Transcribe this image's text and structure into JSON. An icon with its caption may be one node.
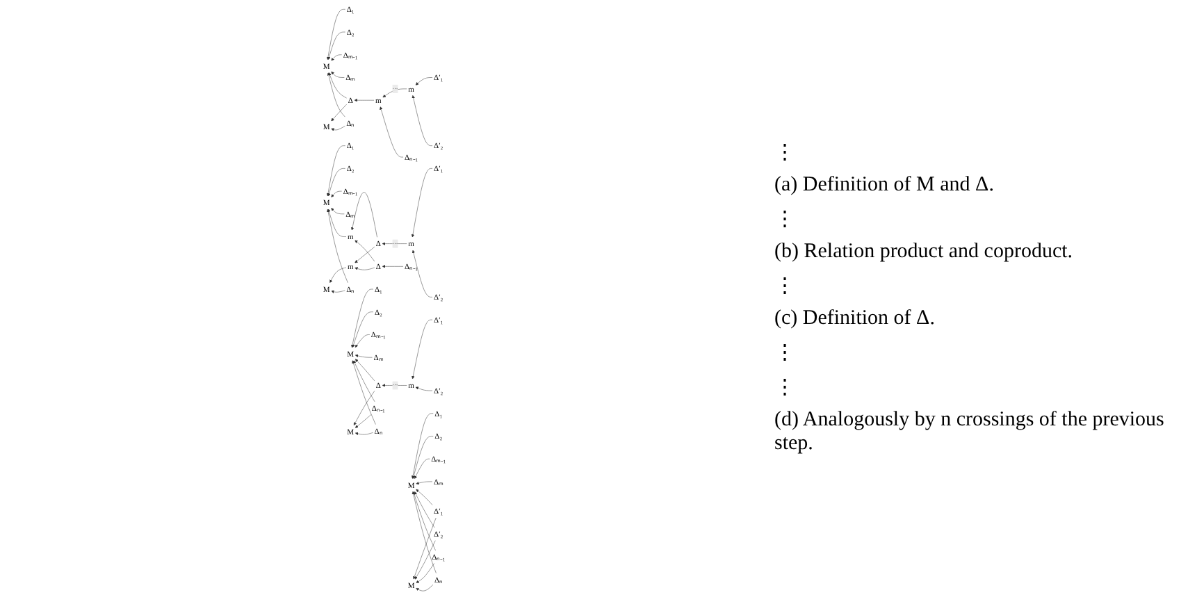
{
  "diagram": {
    "nodes": [
      {
        "text": [
          "Δ₁"
        ]
      },
      {
        "text": [
          "Δ₂"
        ]
      },
      {
        "text": [
          "Δₘ₋₁"
        ]
      },
      {
        "text": [
          "Δₘ"
        ]
      },
      {
        "text": [
          "M"
        ]
      },
      {
        "text": [
          "M"
        ]
      },
      {
        "text": [
          "Δ"
        ]
      },
      {
        "text": [
          "Δₙ"
        ]
      },
      {
        "text": [
          "m"
        ]
      },
      {
        "text": [
          "m"
        ]
      },
      {
        "text": [
          "Δₙ₋₁"
        ]
      },
      {
        "text": [
          "Δ′₁"
        ]
      },
      {
        "text": [
          "Δ′₂"
        ]
      },
      {
        "text": [
          "Δ₁"
        ]
      },
      {
        "text": [
          "Δ₂"
        ]
      },
      {
        "text": [
          "Δₘ₋₁"
        ]
      },
      {
        "text": [
          "Δₘ"
        ]
      },
      {
        "text": [
          "M"
        ]
      },
      {
        "text": [
          "M"
        ]
      },
      {
        "text": [
          "m"
        ]
      },
      {
        "text": [
          "m"
        ]
      },
      {
        "text": [
          "Δₙ"
        ]
      },
      {
        "text": [
          "Δ"
        ]
      },
      {
        "text": [
          "Δ"
        ]
      },
      {
        "text": [
          "m"
        ]
      },
      {
        "text": [
          "Δₙ₋₁"
        ]
      },
      {
        "text": [
          "Δ′₁"
        ]
      },
      {
        "text": [
          "Δ′₂"
        ]
      },
      {
        "text": [
          "Δ₁"
        ]
      },
      {
        "text": [
          "Δ₂"
        ]
      },
      {
        "text": [
          "Δₘ₋₁"
        ]
      },
      {
        "text": [
          "Δₘ"
        ]
      },
      {
        "text": [
          "M"
        ]
      },
      {
        "text": [
          "M"
        ]
      },
      {
        "text": [
          "Δ"
        ]
      },
      {
        "text": [
          "Δₙ₋₁"
        ]
      },
      {
        "text": [
          "Δₙ"
        ]
      },
      {
        "text": [
          "m"
        ]
      },
      {
        "text": [
          "Δ′₁"
        ]
      },
      {
        "text": [
          "Δ′₂"
        ]
      },
      {
        "text": [
          "Δ₁"
        ]
      },
      {
        "text": [
          "Δ₂"
        ]
      },
      {
        "text": [
          "Δₘ₋₁"
        ]
      },
      {
        "text": [
          "Δₘ"
        ]
      },
      {
        "text": [
          "M"
        ]
      },
      {
        "text": [
          "M"
        ]
      },
      {
        "text": [
          "Δ′₁"
        ]
      },
      {
        "text": [
          "Δ′₂"
        ]
      },
      {
        "text": [
          "Δₙ₋₁"
        ]
      },
      {
        "text": [
          "Δₙ"
        ]
      }
    ],
    "edges": [
      {
        "from": 0,
        "to": 4,
        "arrow": "to"
      },
      {
        "from": 1,
        "to": 4,
        "arrow": "to"
      },
      {
        "from": 2,
        "to": 4,
        "arrow": "to"
      },
      {
        "from": 3,
        "to": 4,
        "arrow": "to"
      },
      {
        "from": 6,
        "to": 4,
        "arrow": "to"
      },
      {
        "from": 6,
        "to": 5,
        "arrow": "to"
      },
      {
        "from": 7,
        "to": 4,
        "arrow": "to"
      },
      {
        "from": 7,
        "to": 5,
        "arrow": "to"
      },
      {
        "from": 8,
        "to": 6,
        "arrow": "to"
      },
      {
        "from": 9,
        "to": 8,
        "arrow": "to",
        "label": "···"
      },
      {
        "from": 10,
        "to": 8,
        "arrow": "to"
      },
      {
        "from": 11,
        "to": 9,
        "arrow": "to"
      },
      {
        "from": 12,
        "to": 9,
        "arrow": "to"
      },
      {
        "from": 13,
        "to": 17,
        "arrow": "to"
      },
      {
        "from": 14,
        "to": 17,
        "arrow": "to"
      },
      {
        "from": 15,
        "to": 17,
        "arrow": "to"
      },
      {
        "from": 16,
        "to": 17,
        "arrow": "to"
      },
      {
        "from": 19,
        "to": 17,
        "arrow": "to"
      },
      {
        "from": 20,
        "to": 18,
        "arrow": "to"
      },
      {
        "from": 21,
        "to": 17,
        "arrow": "to"
      },
      {
        "from": 21,
        "to": 18,
        "arrow": "to"
      },
      {
        "from": 22,
        "to": 19,
        "arrow": "to"
      },
      {
        "from": 22,
        "to": 20,
        "arrow": "to"
      },
      {
        "from": 23,
        "to": 19,
        "arrow": "to"
      },
      {
        "from": 23,
        "to": 20,
        "arrow": "to"
      },
      {
        "from": 24,
        "to": 22,
        "arrow": "to",
        "label": "···"
      },
      {
        "from": 25,
        "to": 23,
        "arrow": "to"
      },
      {
        "from": 26,
        "to": 24,
        "arrow": "to"
      },
      {
        "from": 27,
        "to": 24,
        "arrow": "to"
      },
      {
        "from": 28,
        "to": 32,
        "arrow": "to"
      },
      {
        "from": 29,
        "to": 32,
        "arrow": "to"
      },
      {
        "from": 30,
        "to": 32,
        "arrow": "to"
      },
      {
        "from": 31,
        "to": 32,
        "arrow": "to"
      },
      {
        "from": 34,
        "to": 32,
        "arrow": "to"
      },
      {
        "from": 34,
        "to": 33,
        "arrow": "to"
      },
      {
        "from": 35,
        "to": 32,
        "arrow": "to"
      },
      {
        "from": 35,
        "to": 33,
        "arrow": "to"
      },
      {
        "from": 36,
        "to": 32,
        "arrow": "to"
      },
      {
        "from": 36,
        "to": 33,
        "arrow": "to"
      },
      {
        "from": 37,
        "to": 34,
        "arrow": "to",
        "label": "···"
      },
      {
        "from": 38,
        "to": 37,
        "arrow": "to"
      },
      {
        "from": 39,
        "to": 37,
        "arrow": "to"
      },
      {
        "from": 40,
        "to": 44,
        "arrow": "to"
      },
      {
        "from": 41,
        "to": 44,
        "arrow": "to"
      },
      {
        "from": 42,
        "to": 44,
        "arrow": "to"
      },
      {
        "from": 43,
        "to": 44,
        "arrow": "to"
      },
      {
        "from": 46,
        "to": 44,
        "arrow": "to"
      },
      {
        "from": 46,
        "to": 45,
        "arrow": "to"
      },
      {
        "from": 47,
        "to": 44,
        "arrow": "to"
      },
      {
        "from": 47,
        "to": 45,
        "arrow": "to"
      },
      {
        "from": 48,
        "to": 44,
        "arrow": "to"
      },
      {
        "from": 48,
        "to": 45,
        "arrow": "to"
      },
      {
        "from": 49,
        "to": 44,
        "arrow": "to"
      },
      {
        "from": 49,
        "to": 45,
        "arrow": "to"
      }
    ],
    "labels": [
      "⋮",
      "(a) Definition of M and Δ.",
      "⋮",
      "(b) Relation product and coproduct.",
      "⋮",
      "(c) Definition of Δ.",
      "⋮",
      "⋮",
      "(d) Analogously by n crossings of the previous step."
    ]
  }
}
